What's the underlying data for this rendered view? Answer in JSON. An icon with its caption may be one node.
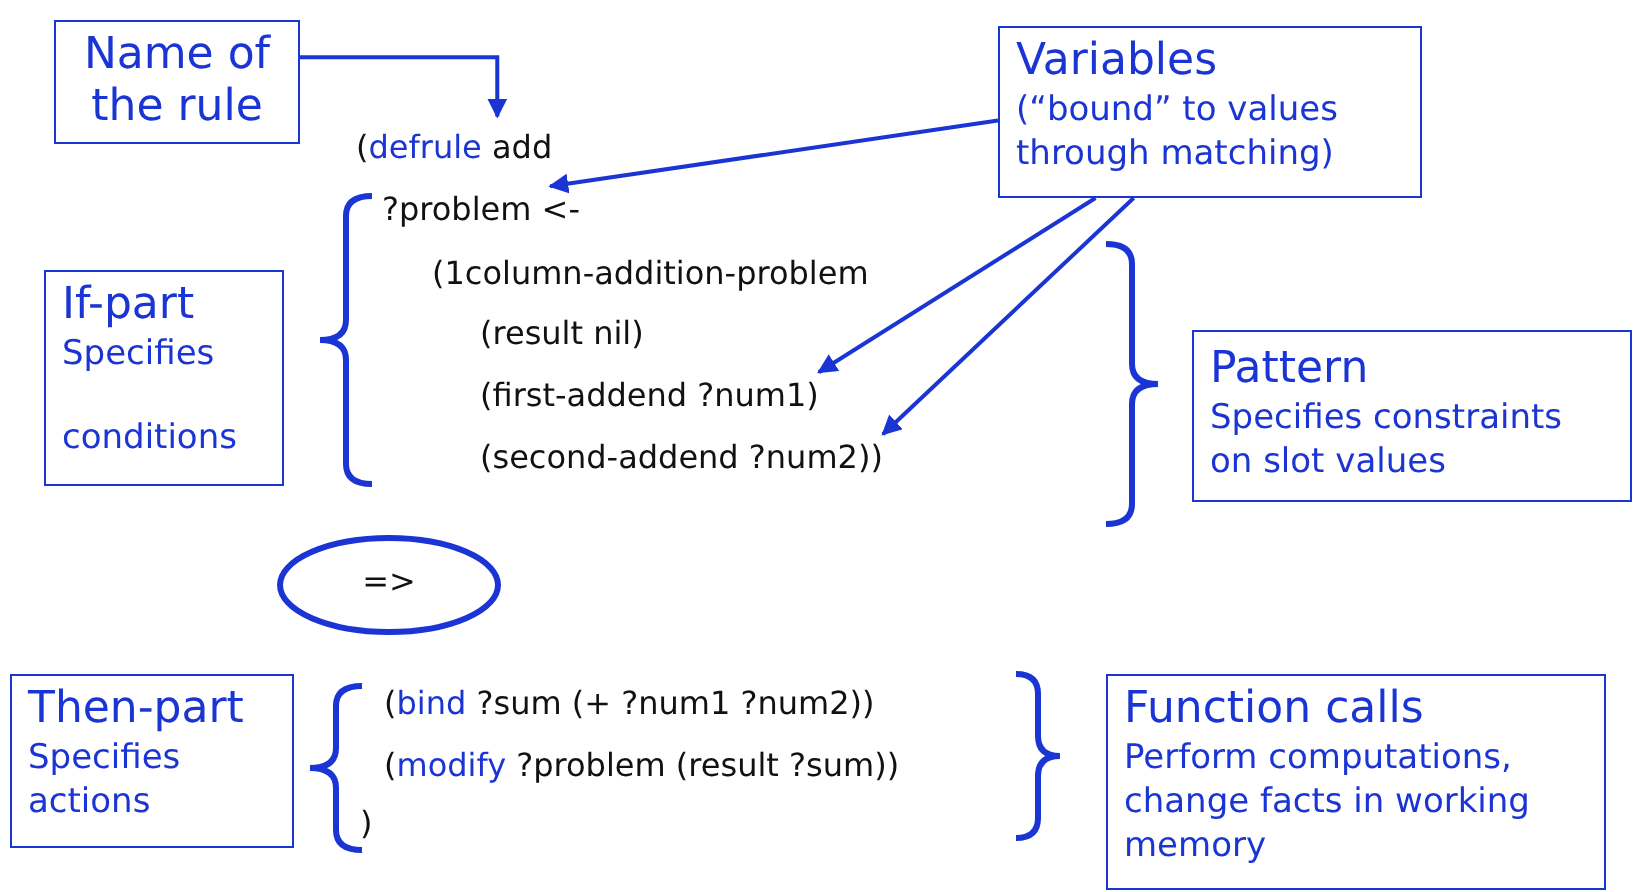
{
  "diagram": {
    "nodes": [
      {
        "text": [
          "Name of the rule"
        ]
      },
      {
        "text": [
          "Variables",
          "(“bound” to values through matching)"
        ]
      },
      {
        "text": [
          "(",
          "defrule",
          "add"
        ]
      },
      {
        "text": [
          "?problem <-"
        ]
      },
      {
        "text": [
          "(first-addend ?num1)"
        ]
      },
      {
        "text": [
          "(second-addend ?num2))"
        ]
      },
      {
        "text": [
          "If-part",
          "Specifies",
          "conditions"
        ]
      },
      {
        "text": [
          "Pattern",
          "Specifies constraints on slot values"
        ]
      },
      {
        "text": [
          "=>"
        ]
      },
      {
        "text": [
          "Then-part",
          "Specifies actions"
        ]
      },
      {
        "text": [
          "Function calls",
          "Perform computations, change facts in working memory"
        ]
      }
    ],
    "edges": [
      {
        "from": 0,
        "to": 2,
        "arrow": "to"
      },
      {
        "from": 1,
        "to": 3,
        "arrow": "to"
      },
      {
        "from": 1,
        "to": 4,
        "arrow": "to"
      },
      {
        "from": 1,
        "to": 5,
        "arrow": "to"
      }
    ],
    "labels": [
      "(1column-addition-problem",
      "(result nil)",
      "(",
      "bind",
      "?sum (+ ?num1 ?num2))",
      "(",
      "modify",
      "?problem (result ?sum))",
      ")"
    ]
  }
}
